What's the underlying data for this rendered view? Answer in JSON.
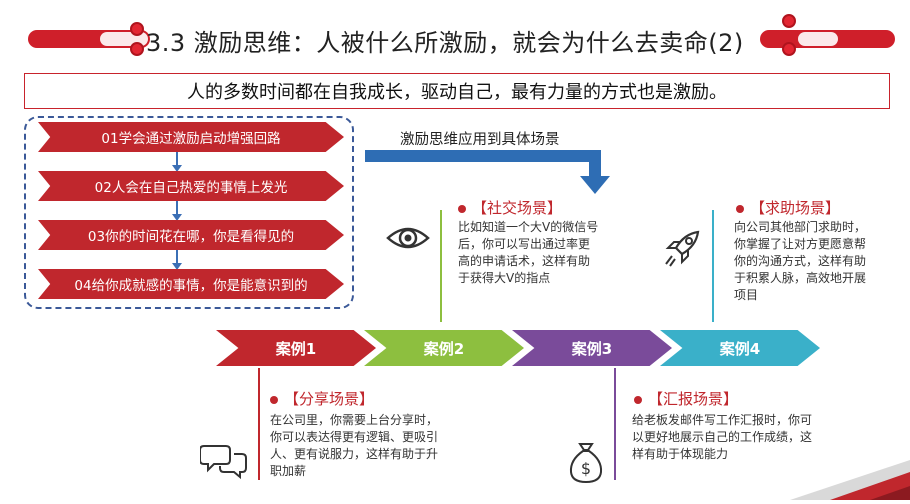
{
  "header": {
    "title": "3.3  激励思维：人被什么所激励，就会为什么去卖命(2)",
    "subtitle": "人的多数时间都在自我成长，驱动自己，最有力量的方式也是激励。"
  },
  "steps": [
    "01学会通过激励启动增强回路",
    "02人会在自己热爱的事情上发光",
    "03你的时间花在哪，你是看得见的",
    "04给你成就感的事情，你是能意识到的"
  ],
  "apply_label": "激励思维应用到具体场景",
  "cases": [
    {
      "label": "案例1",
      "color": "#c0272d"
    },
    {
      "label": "案例2",
      "color": "#8dbf3f"
    },
    {
      "label": "案例3",
      "color": "#7a4b9a"
    },
    {
      "label": "案例4",
      "color": "#3ab0c9"
    }
  ],
  "scenes": {
    "social": {
      "title": "【社交场景】",
      "lines": [
        "比如知道一个大V的微信号",
        "后，你可以写出通过率更",
        "高的申请话术，这样有助",
        "于获得大V的指点"
      ],
      "icon": "eye-icon"
    },
    "help": {
      "title": "【求助场景】",
      "lines": [
        "向公司其他部门求助时，",
        "你掌握了让对方更愿意帮",
        "你的沟通方式，这样有助",
        "于积累人脉，高效地开展",
        "项目"
      ],
      "icon": "rocket-icon"
    },
    "share": {
      "title": "【分享场景】",
      "lines": [
        "在公司里，你需要上台分享时，",
        "你可以表达得更有逻辑、更吸引",
        "人、更有说服力，这样有助于升",
        "职加薪"
      ],
      "icon": "chat-bubbles-icon"
    },
    "report": {
      "title": "【汇报场景】",
      "lines": [
        "给老板发邮件写工作汇报时，你可",
        "以更好地展示自己的工作成绩，这",
        "样有助于体现能力"
      ],
      "icon": "money-bag-icon"
    }
  },
  "colors": {
    "brand_red": "#c0272d",
    "blue": "#2e6db4",
    "green": "#8dbf3f",
    "purple": "#7a4b9a",
    "cyan": "#3ab0c9"
  }
}
